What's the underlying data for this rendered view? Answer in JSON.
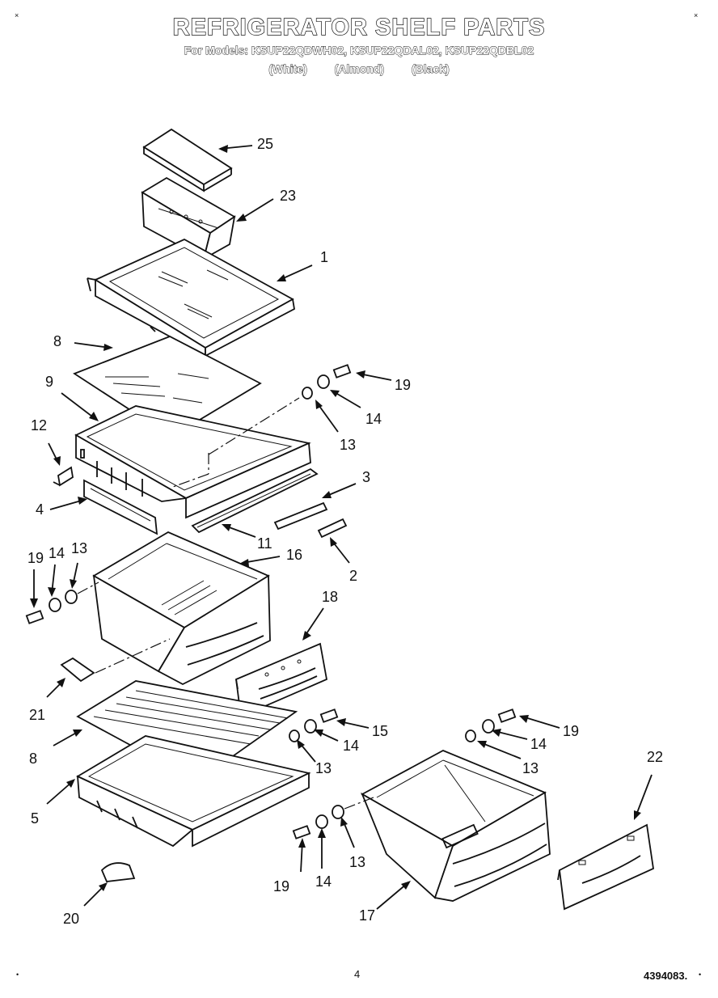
{
  "header": {
    "title": "REFRIGERATOR SHELF PARTS",
    "subtitle": "For Models: KSUP22QDWH02, KSUP22QDAL02, KSUP22QDBL02",
    "colors": "(White) (Almond) (Black)"
  },
  "footer": {
    "page_number": "4",
    "document_number": "4394083."
  },
  "corner_marks": {
    "mark": "×",
    "dot": "•"
  },
  "callouts": {
    "c25": "25",
    "c23": "23",
    "c1": "1",
    "c8a": "8",
    "c19a": "19",
    "c9": "9",
    "c14a": "14",
    "c13a": "13",
    "c12": "12",
    "c3": "3",
    "c4": "4",
    "c11": "11",
    "c2": "2",
    "c19b": "19",
    "c14b": "14",
    "c13b": "13",
    "c16": "16",
    "c18": "18",
    "c21": "21",
    "c15": "15",
    "c8b": "8",
    "c14c": "14",
    "c13c": "13",
    "c5": "5",
    "c19c": "19",
    "c14d": "14",
    "c13d": "13",
    "c22": "22",
    "c19d": "19",
    "c14e": "14",
    "c13e": "13",
    "c20": "20",
    "c17": "17"
  }
}
